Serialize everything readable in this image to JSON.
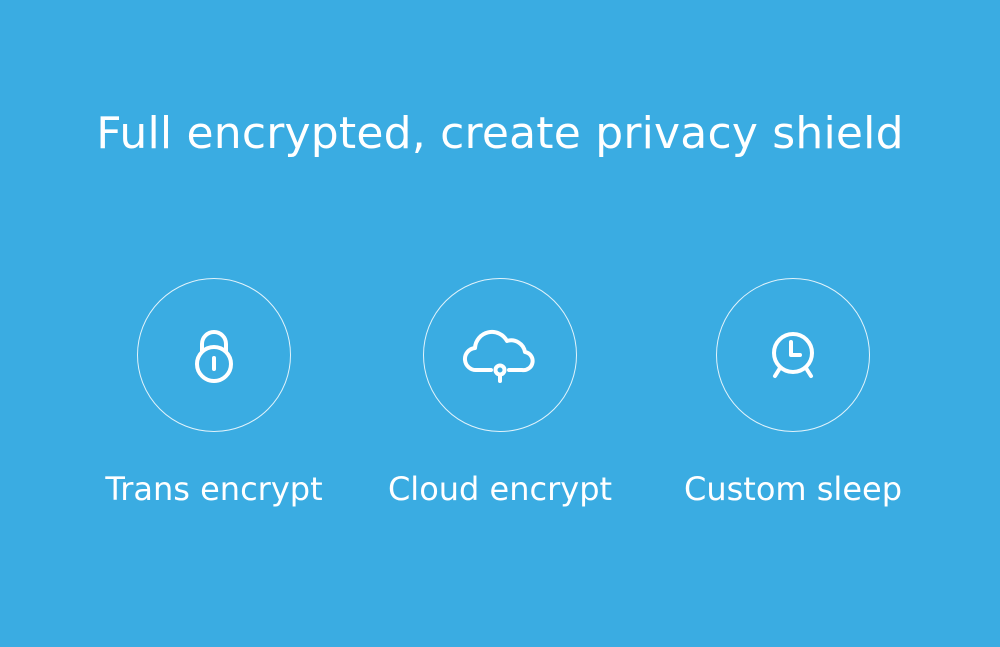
{
  "headline": "Full encrypted, create privacy shield",
  "colors": {
    "background": "#3aace2",
    "foreground": "#ffffff"
  },
  "features": [
    {
      "label": "Trans encrypt",
      "icon": "padlock-icon"
    },
    {
      "label": "Cloud encrypt",
      "icon": "cloud-keyhole-icon"
    },
    {
      "label": "Custom sleep",
      "icon": "alarm-clock-icon"
    }
  ]
}
